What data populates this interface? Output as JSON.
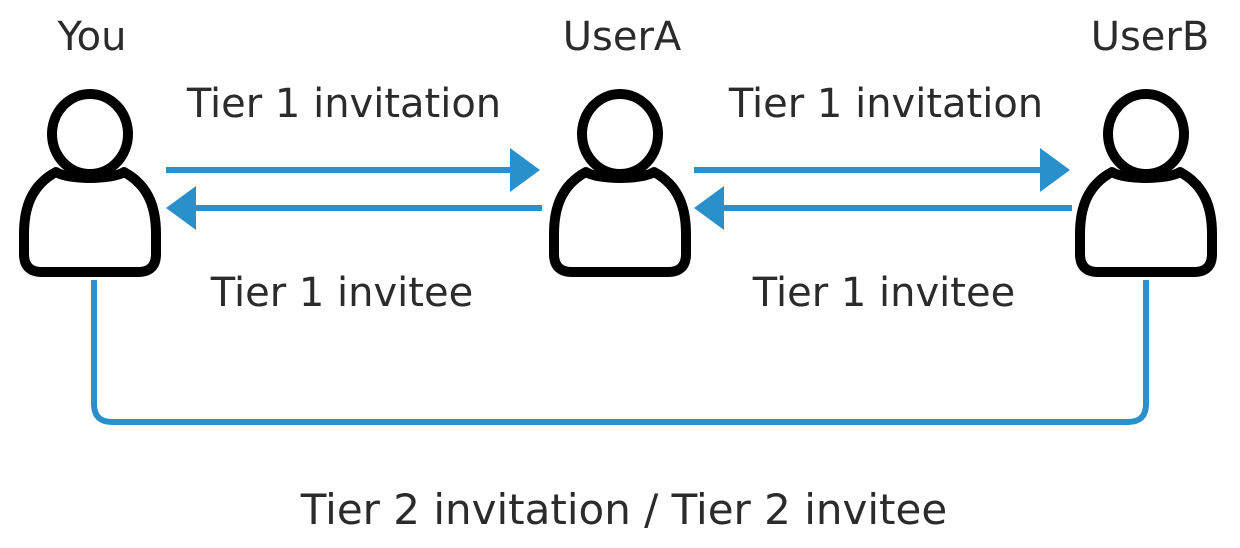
{
  "nodes": [
    {
      "id": "you",
      "label": "You"
    },
    {
      "id": "usera",
      "label": "UserA"
    },
    {
      "id": "userb",
      "label": "UserB"
    }
  ],
  "edges": [
    {
      "from": "you",
      "to": "usera",
      "label": "Tier 1 invitation"
    },
    {
      "from": "usera",
      "to": "you",
      "label": "Tier 1 invitee"
    },
    {
      "from": "usera",
      "to": "userb",
      "label": "Tier 1 invitation"
    },
    {
      "from": "userb",
      "to": "usera",
      "label": "Tier 1 invitee"
    },
    {
      "from": "you",
      "to": "userb",
      "label": "Tier 2 invitation / Tier 2 invitee"
    }
  ],
  "colors": {
    "arrow": "#2990cb",
    "person": "#000000",
    "text": "#2b2b2b"
  },
  "icons": {
    "person": "person-icon"
  }
}
